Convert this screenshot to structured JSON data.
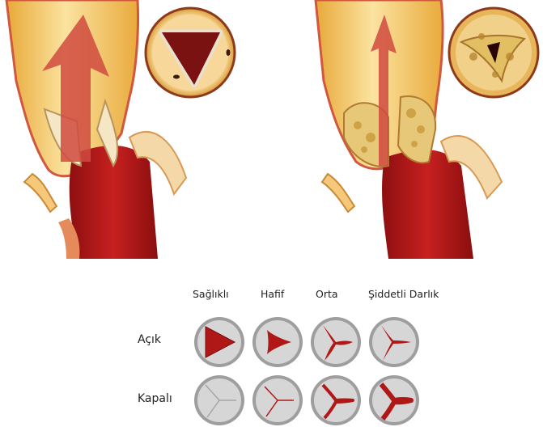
{
  "columns": [
    "Sağlıklı",
    "Hafif",
    "Orta",
    "Şiddetli Darlık"
  ],
  "rows": [
    "Açık",
    "Kapalı"
  ],
  "colors": {
    "blood_red": "#b01818",
    "valve_gray": "#c9c9c9",
    "vessel_yellow": "#f1c866",
    "arrow_red": "#d04a40"
  }
}
